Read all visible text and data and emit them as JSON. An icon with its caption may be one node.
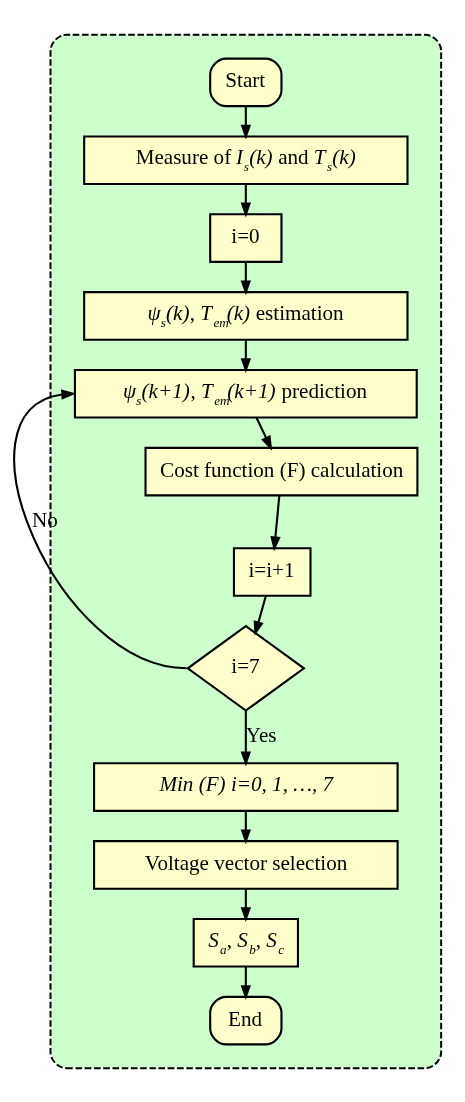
{
  "diagram": {
    "nodes": [
      {
        "text": [],
        "shape": "box"
      },
      {
        "text": [
          "Start"
        ],
        "in": 0
      },
      {
        "text": [
          "Measure of *I$_{s}$(k)* and *T$_{s}$(k)*"
        ],
        "in": 0
      },
      {
        "text": [
          "i=0"
        ],
        "in": 0
      },
      {
        "text": [
          "*ψ$_{s}$(k)*, *T$_{em}$(k)* estimation"
        ],
        "in": 0
      },
      {
        "text": [
          "*ψ$_{s}$(k+1)*, *T$_{em}$(k+1)* prediction"
        ],
        "in": 0
      },
      {
        "text": [
          "Cost function (F) calculation"
        ],
        "in": 0
      },
      {
        "text": [
          "i=i+1"
        ],
        "in": 0
      },
      {
        "text": [
          "i=7"
        ],
        "in": 0
      },
      {
        "text": [
          "Min (F) i=0, 1, …, 7"
        ],
        "in": 0
      },
      {
        "text": [
          "Voltage vector selection"
        ],
        "in": 0
      },
      {
        "text": [
          "*S$_{a}$*, *S$_{b}$*, *S$_{c}$*"
        ],
        "in": 0
      },
      {
        "text": [
          "End"
        ],
        "in": 0
      }
    ],
    "edges": [
      {
        "from": 1,
        "to": 2,
        "arrow": "to"
      },
      {
        "from": 2,
        "to": 3,
        "arrow": "to"
      },
      {
        "from": 3,
        "to": 4,
        "arrow": "to"
      },
      {
        "from": 4,
        "to": 5,
        "arrow": "to"
      },
      {
        "from": 5,
        "to": 6,
        "arrow": "to"
      },
      {
        "from": 6,
        "to": 7,
        "arrow": "to"
      },
      {
        "from": 7,
        "to": 8,
        "arrow": "to"
      },
      {
        "from": 8,
        "to": 5,
        "arrow": "to",
        "label": "No"
      },
      {
        "from": 8,
        "to": 9,
        "arrow": "to",
        "label": "Yes"
      },
      {
        "from": 9,
        "to": 10,
        "arrow": "to"
      },
      {
        "from": 10,
        "to": 11,
        "arrow": "to"
      },
      {
        "from": 11,
        "to": 12,
        "arrow": "to"
      }
    ]
  }
}
